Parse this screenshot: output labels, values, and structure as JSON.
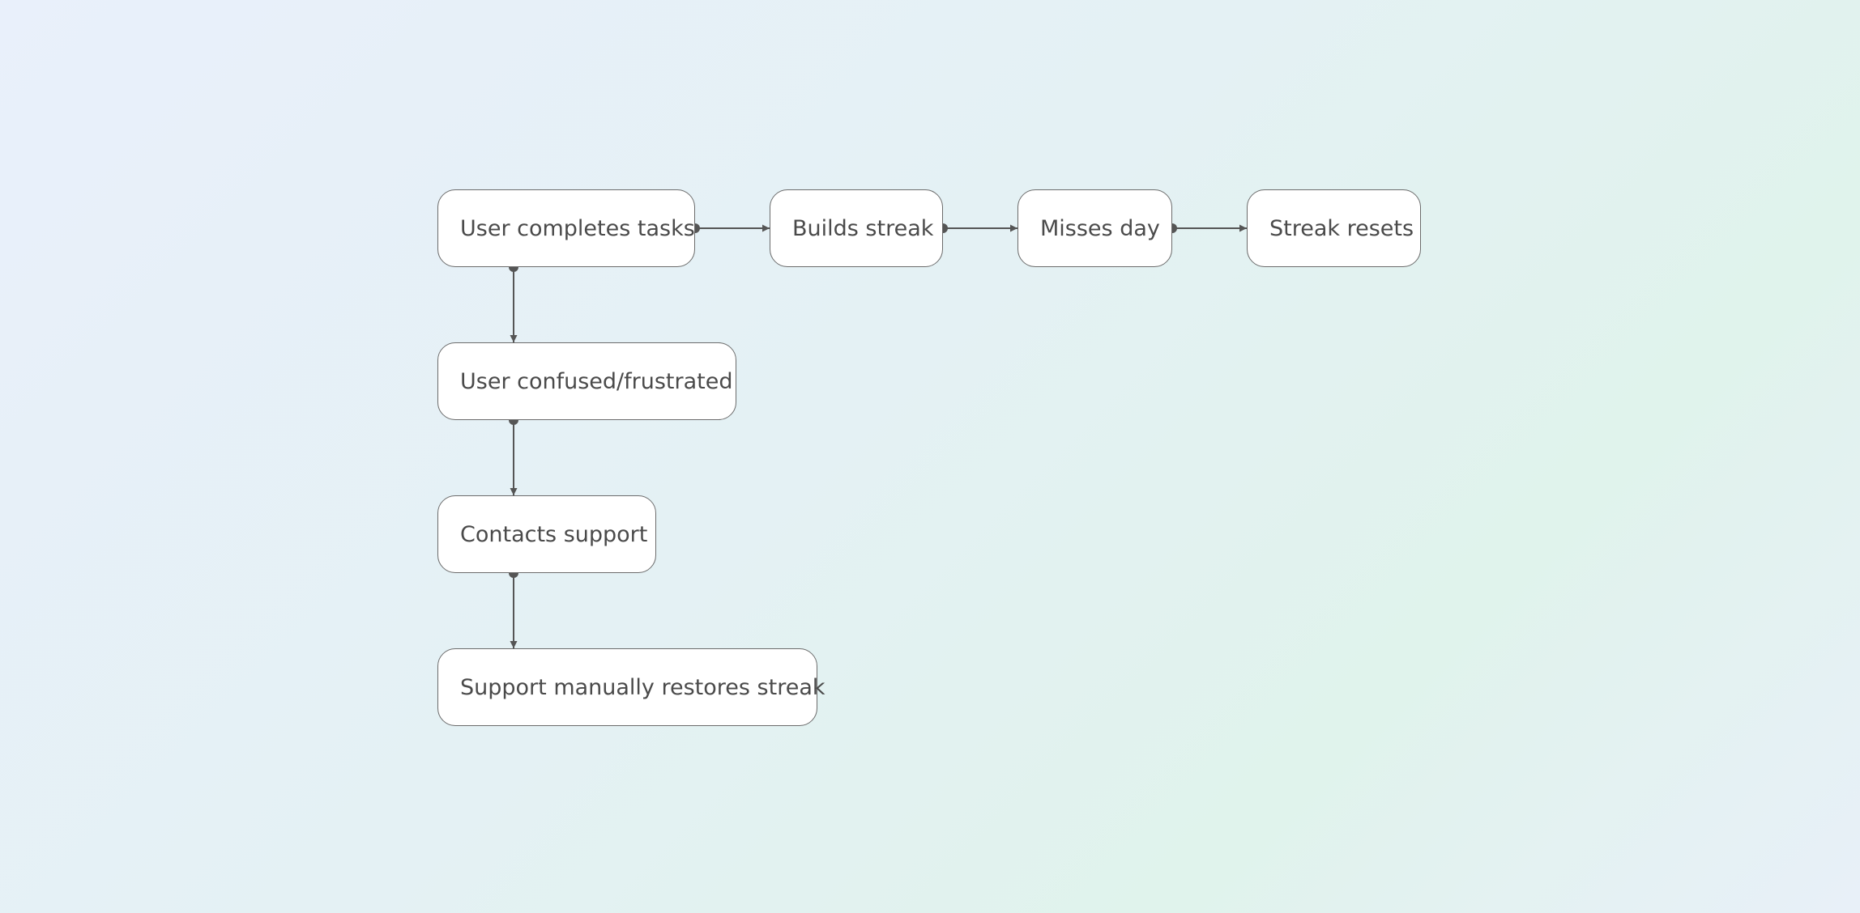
{
  "diagram": {
    "nodes": {
      "user_completes_tasks": "User completes tasks",
      "builds_streak": "Builds streak",
      "misses_day": "Misses day",
      "streak_resets": "Streak resets",
      "user_confused": "User confused/frustrated",
      "contacts_support": "Contacts support",
      "support_restores": "Support manually restores streak"
    },
    "edges": [
      [
        "user_completes_tasks",
        "builds_streak"
      ],
      [
        "builds_streak",
        "misses_day"
      ],
      [
        "misses_day",
        "streak_resets"
      ],
      [
        "user_completes_tasks",
        "user_confused"
      ],
      [
        "user_confused",
        "contacts_support"
      ],
      [
        "contacts_support",
        "support_restores"
      ]
    ],
    "colors": {
      "node_fill": "#ffffff",
      "node_border": "#6b6b6b",
      "connector": "#555555",
      "text": "#4a4a4a"
    }
  }
}
